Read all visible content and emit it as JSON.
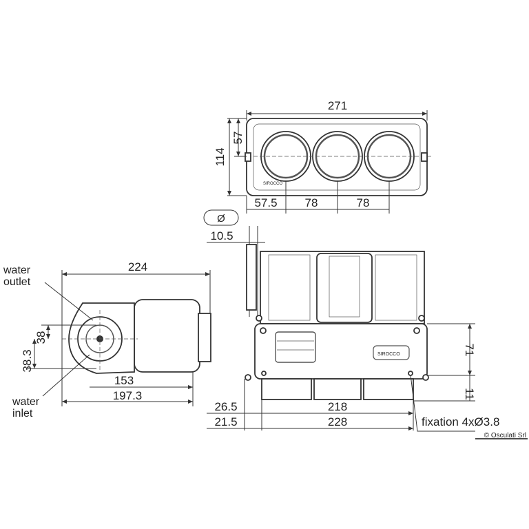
{
  "top_view": {
    "width": "271",
    "height_total": "114",
    "height_half": "57",
    "offset_left": "57.5",
    "spacing_1": "78",
    "spacing_2": "78",
    "brand": "SIROCCO"
  },
  "front_view": {
    "diameter_symbol": "Ø",
    "offset_10_5": "10.5",
    "height_71": "71",
    "height_11": "11",
    "offset_26_5": "26.5",
    "width_218": "218",
    "offset_21_5": "21.5",
    "width_228": "228",
    "fixation": "fixation 4xØ3.8",
    "brand_plate": "SIROCCO"
  },
  "side_view": {
    "width_224": "224",
    "water_outlet_1": "water",
    "water_outlet_2": "outlet",
    "water_inlet_1": "water",
    "water_inlet_2": "inlet",
    "dim_38": "38",
    "dim_38_3": "38.3",
    "dim_153": "153",
    "dim_197_3": "197.3"
  },
  "copyright": "© Osculati Srl"
}
